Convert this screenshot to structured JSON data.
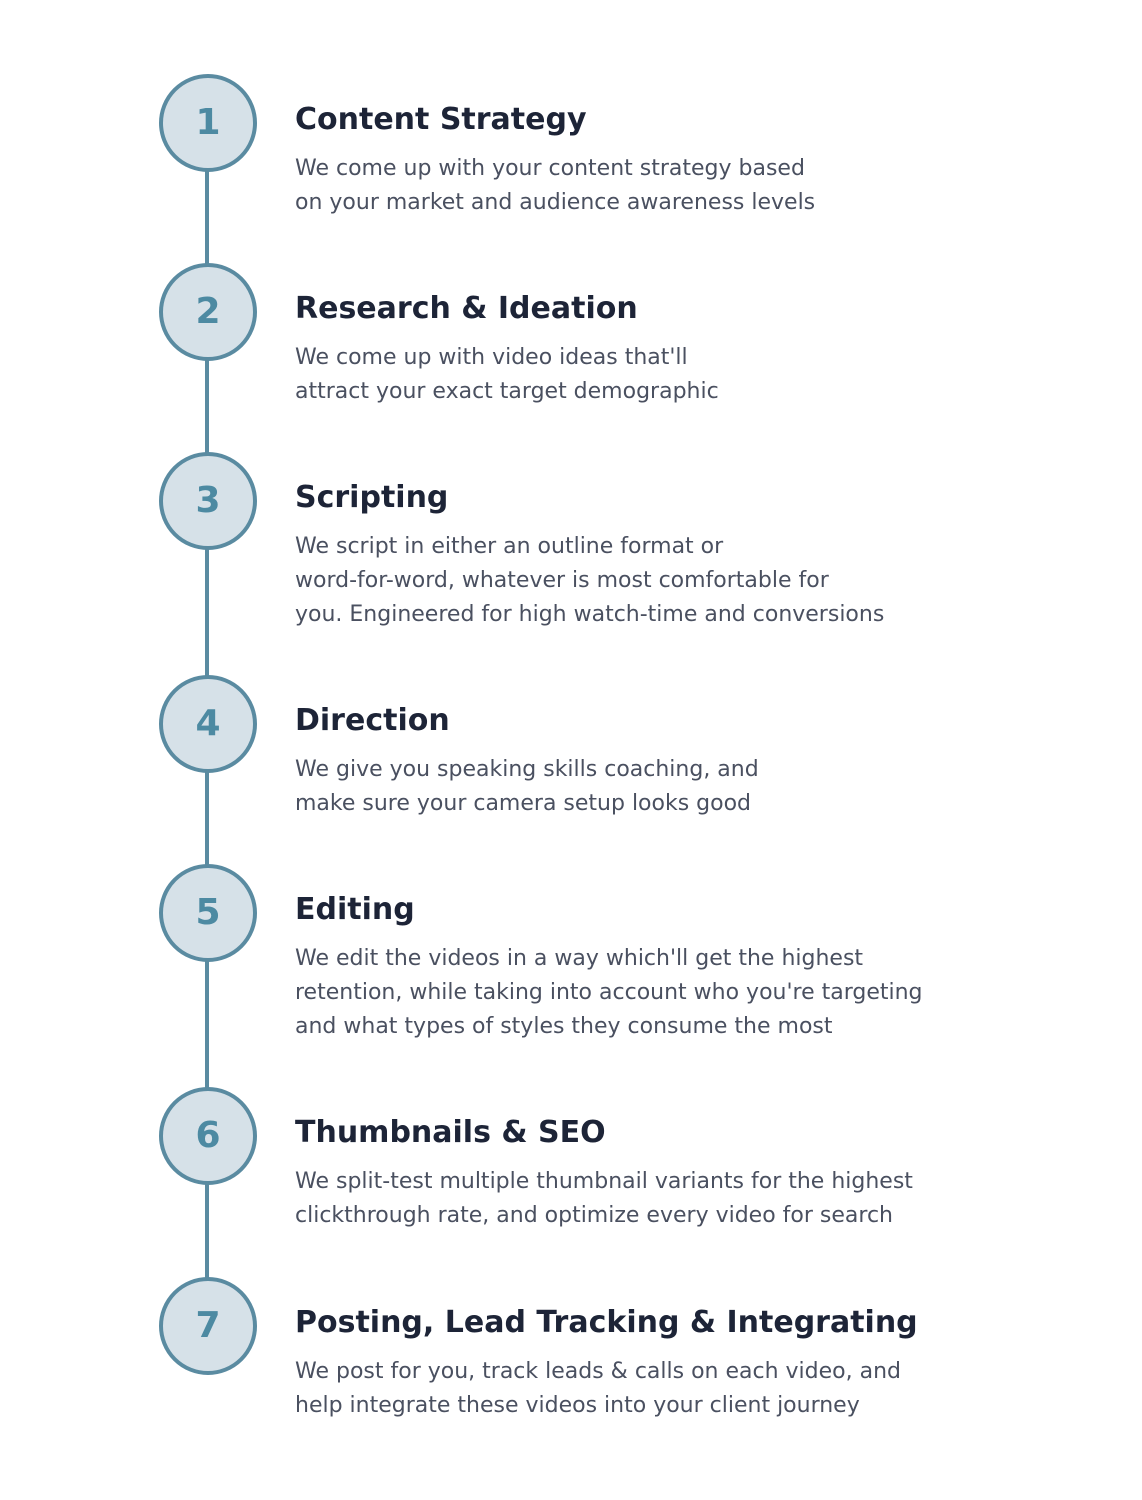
{
  "colors": {
    "accent": "#5a8ba1",
    "badge_fill": "#d6e1e8",
    "title": "#1d2437",
    "body": "#4a5060"
  },
  "steps": [
    {
      "number": "1",
      "title": "Content Strategy",
      "description": "We come up with your content strategy based\non your market and audience awareness levels"
    },
    {
      "number": "2",
      "title": "Research & Ideation",
      "description": "We come up with video ideas that'll\nattract your exact target demographic"
    },
    {
      "number": "3",
      "title": "Scripting",
      "description": "We script in either an outline format or\nword-for-word, whatever is most comfortable for\nyou. Engineered for high watch-time and conversions"
    },
    {
      "number": "4",
      "title": "Direction",
      "description": "We give you speaking skills coaching, and\nmake sure your camera setup looks good"
    },
    {
      "number": "5",
      "title": "Editing",
      "description": "We edit the videos in a way which'll get the highest\nretention, while taking into account who you're targeting\nand what types of styles they consume the most"
    },
    {
      "number": "6",
      "title": "Thumbnails & SEO",
      "description": "We split-test multiple thumbnail variants for the highest\nclickthrough rate, and optimize every video for search"
    },
    {
      "number": "7",
      "title": "Posting, Lead Tracking & Integrating",
      "description": "We post for you, track leads & calls on each video, and\nhelp integrate these videos into your client journey"
    }
  ]
}
